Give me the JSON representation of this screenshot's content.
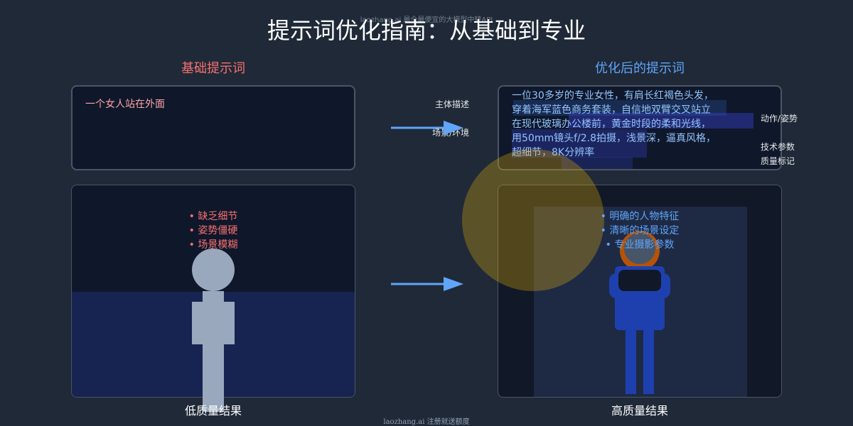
{
  "title": "提示词优化指南：从基础到专业",
  "watermark_top": "laozhang.ai 最全最便宜的大模型中转API",
  "watermark_bottom": "laozhang.ai 注册就送额度",
  "basic": {
    "heading": "基础提示词",
    "prompt": "一个女人站在外面",
    "issues": [
      "• 缺乏细节",
      "• 姿势僵硬",
      "• 场景模糊"
    ],
    "caption": "低质量结果"
  },
  "optimized": {
    "heading": "优化后的提示词",
    "prompt_lines": [
      "一位30多岁的专业女性，有肩长红褐色头发，",
      "穿着海军蓝色商务套装，自信地双臂交叉站立",
      "在现代玻璃办公楼前，黄金时段的柔和光线，",
      "用50mm镜头f/2.8拍摄，浅景深，逼真风格，",
      "超细节，8K分辨率"
    ],
    "features": [
      "• 明确的人物特征",
      "• 清晰的场景设定",
      "• 专业摄影参数"
    ],
    "caption": "高质量结果"
  },
  "annotations": {
    "subject": "主体描述",
    "scene": "场景/环境",
    "action": "动作/姿势",
    "tech": "技术参数",
    "quality": "质量标记"
  },
  "colors": {
    "background": "#1f2937",
    "basic_accent": "#f87171",
    "optimized_accent": "#60a5fa",
    "arrow": "#60a5fa"
  }
}
